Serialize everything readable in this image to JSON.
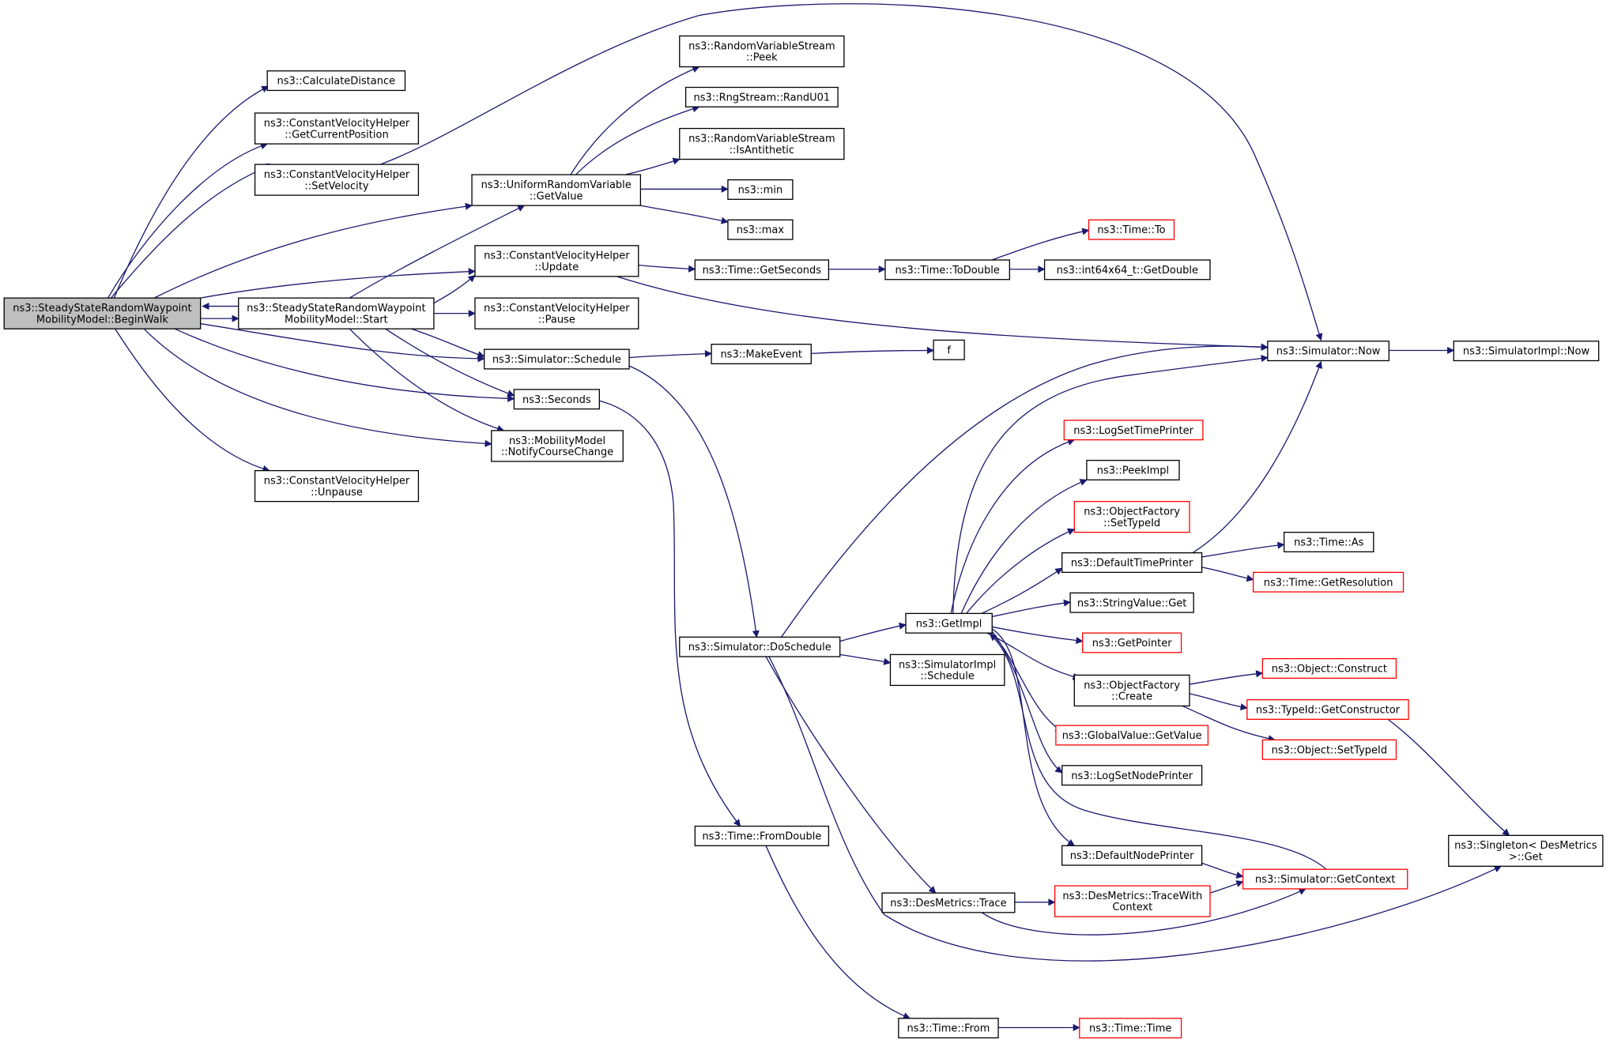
{
  "colors": {
    "edge": "#191970",
    "node_border": "#000000",
    "node_border_truncated": "#ff0000",
    "root_fill": "#bfbfbf",
    "node_fill": "#ffffff",
    "text": "#000000"
  },
  "nodes": [
    {
      "id": "beginwalk",
      "lines": [
        "ns3::SteadyStateRandomWaypoint",
        "MobilityModel::BeginWalk"
      ],
      "root": true
    },
    {
      "id": "calcdist",
      "lines": [
        "ns3::CalculateDistance"
      ]
    },
    {
      "id": "cvh_getpos",
      "lines": [
        "ns3::ConstantVelocityHelper",
        "::GetCurrentPosition"
      ]
    },
    {
      "id": "cvh_setvel",
      "lines": [
        "ns3::ConstantVelocityHelper",
        "::SetVelocity"
      ]
    },
    {
      "id": "urv_getvalue",
      "lines": [
        "ns3::UniformRandomVariable",
        "::GetValue"
      ]
    },
    {
      "id": "cvh_update",
      "lines": [
        "ns3::ConstantVelocityHelper",
        "::Update"
      ]
    },
    {
      "id": "start",
      "lines": [
        "ns3::SteadyStateRandomWaypoint",
        "MobilityModel::Start"
      ]
    },
    {
      "id": "cvh_pause",
      "lines": [
        "ns3::ConstantVelocityHelper",
        "::Pause"
      ]
    },
    {
      "id": "sim_schedule",
      "lines": [
        "ns3::Simulator::Schedule"
      ]
    },
    {
      "id": "seconds",
      "lines": [
        "ns3::Seconds"
      ]
    },
    {
      "id": "notify",
      "lines": [
        "ns3::MobilityModel",
        "::NotifyCourseChange"
      ]
    },
    {
      "id": "cvh_unpause",
      "lines": [
        "ns3::ConstantVelocityHelper",
        "::Unpause"
      ]
    },
    {
      "id": "rvs_peek",
      "lines": [
        "ns3::RandomVariableStream",
        "::Peek"
      ]
    },
    {
      "id": "randu01",
      "lines": [
        "ns3::RngStream::RandU01"
      ]
    },
    {
      "id": "isanti",
      "lines": [
        "ns3::RandomVariableStream",
        "::IsAntithetic"
      ]
    },
    {
      "id": "min",
      "lines": [
        "ns3::min"
      ]
    },
    {
      "id": "max",
      "lines": [
        "ns3::max"
      ]
    },
    {
      "id": "time_getsec",
      "lines": [
        "ns3::Time::GetSeconds"
      ]
    },
    {
      "id": "time_todouble",
      "lines": [
        "ns3::Time::ToDouble"
      ]
    },
    {
      "id": "time_to",
      "lines": [
        "ns3::Time::To"
      ],
      "truncated": true
    },
    {
      "id": "int64getdouble",
      "lines": [
        "ns3::int64x64_t::GetDouble"
      ]
    },
    {
      "id": "makeevent",
      "lines": [
        "ns3::MakeEvent"
      ]
    },
    {
      "id": "f",
      "lines": [
        "f"
      ]
    },
    {
      "id": "sim_now",
      "lines": [
        "ns3::Simulator::Now"
      ]
    },
    {
      "id": "simimpl_now",
      "lines": [
        "ns3::SimulatorImpl::Now"
      ]
    },
    {
      "id": "logsettime",
      "lines": [
        "ns3::LogSetTimePrinter"
      ],
      "truncated": true
    },
    {
      "id": "peekimpl",
      "lines": [
        "ns3::PeekImpl"
      ]
    },
    {
      "id": "of_settypeid",
      "lines": [
        "ns3::ObjectFactory",
        "::SetTypeId"
      ],
      "truncated": true
    },
    {
      "id": "deftimeprinter",
      "lines": [
        "ns3::DefaultTimePrinter"
      ]
    },
    {
      "id": "time_as",
      "lines": [
        "ns3::Time::As"
      ]
    },
    {
      "id": "time_getres",
      "lines": [
        "ns3::Time::GetResolution"
      ],
      "truncated": true
    },
    {
      "id": "stringvalue_get",
      "lines": [
        "ns3::StringValue::Get"
      ]
    },
    {
      "id": "getimpl",
      "lines": [
        "ns3::GetImpl"
      ]
    },
    {
      "id": "getpointer",
      "lines": [
        "ns3::GetPointer"
      ],
      "truncated": true
    },
    {
      "id": "sim_doschedule",
      "lines": [
        "ns3::Simulator::DoSchedule"
      ]
    },
    {
      "id": "simimpl_schedule",
      "lines": [
        "ns3::SimulatorImpl",
        "::Schedule"
      ]
    },
    {
      "id": "of_create",
      "lines": [
        "ns3::ObjectFactory",
        "::Create"
      ]
    },
    {
      "id": "obj_construct",
      "lines": [
        "ns3::Object::Construct"
      ],
      "truncated": true
    },
    {
      "id": "typeid_getctor",
      "lines": [
        "ns3::TypeId::GetConstructor"
      ],
      "truncated": true
    },
    {
      "id": "obj_settypeid",
      "lines": [
        "ns3::Object::SetTypeId"
      ],
      "truncated": true
    },
    {
      "id": "globalvalue",
      "lines": [
        "ns3::GlobalValue::GetValue"
      ],
      "truncated": true
    },
    {
      "id": "logsetnode",
      "lines": [
        "ns3::LogSetNodePrinter"
      ]
    },
    {
      "id": "defnodeprinter",
      "lines": [
        "ns3::DefaultNodePrinter"
      ]
    },
    {
      "id": "time_fromdouble",
      "lines": [
        "ns3::Time::FromDouble"
      ]
    },
    {
      "id": "singleton",
      "lines": [
        "ns3::Singleton< DesMetrics",
        ">::Get"
      ]
    },
    {
      "id": "sim_getcontext",
      "lines": [
        "ns3::Simulator::GetContext"
      ],
      "truncated": true
    },
    {
      "id": "desmetrics_trace",
      "lines": [
        "ns3::DesMetrics::Trace"
      ]
    },
    {
      "id": "desmetrics_twc",
      "lines": [
        "ns3::DesMetrics::TraceWith",
        "Context"
      ],
      "truncated": true
    },
    {
      "id": "time_from",
      "lines": [
        "ns3::Time::From"
      ]
    },
    {
      "id": "time_time",
      "lines": [
        "ns3::Time::Time"
      ],
      "truncated": true
    }
  ]
}
